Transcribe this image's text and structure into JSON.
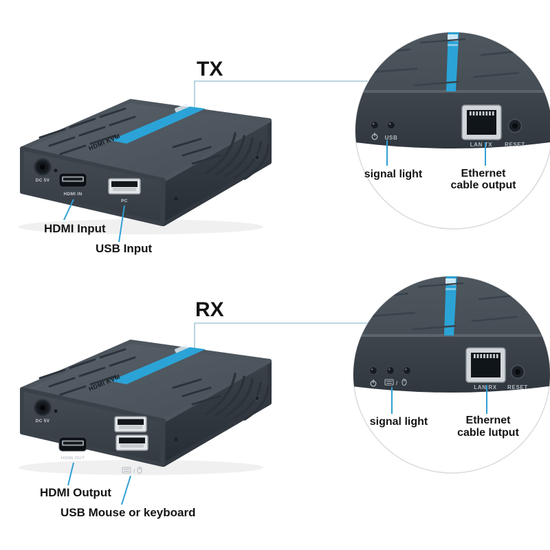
{
  "title": "HDMI KVM extender TX/RX product diagram",
  "colors": {
    "accent_blue": "#2ba3d6",
    "pointer_blue": "#2f9fd4",
    "bracket_line": "#a5c8d6",
    "device_top": "#4b535b",
    "device_front": "#3a4148",
    "device_side": "#31383f",
    "label_text": "#141414",
    "panel_text": "#b3bac0"
  },
  "icons": {
    "power": "power-icon",
    "keyboard": "keyboard-icon",
    "mouse": "mouse-icon",
    "usb_led": "usb-led-icon"
  },
  "tx": {
    "section_label": "TX",
    "device": {
      "brand": "HDMI KVM",
      "dc_label": "DC 5V",
      "hdmi_label": "HDMI IN",
      "usb_label": "PC"
    },
    "callout_hdmi": "HDMI Input",
    "callout_usb": "USB Input",
    "panel": {
      "led_usb_label": "USB",
      "lan_label": "LAN TX",
      "reset_label": "RESET",
      "signal_label": "signal light",
      "ethernet_label_line1": "Ethernet",
      "ethernet_label_line2": "cable output"
    }
  },
  "rx": {
    "section_label": "RX",
    "device": {
      "brand": "HDMI KVM",
      "dc_label": "DC 5V",
      "hdmi_label": "HDMI OUT"
    },
    "callout_hdmi": "HDMI Output",
    "callout_usb": "USB Mouse or keyboard",
    "panel": {
      "slash": "/",
      "lan_label": "LAN RX",
      "reset_label": "RESET",
      "signal_label": "signal light",
      "ethernet_label_line1": "Ethernet",
      "ethernet_label_line2": "cable lutput"
    }
  }
}
